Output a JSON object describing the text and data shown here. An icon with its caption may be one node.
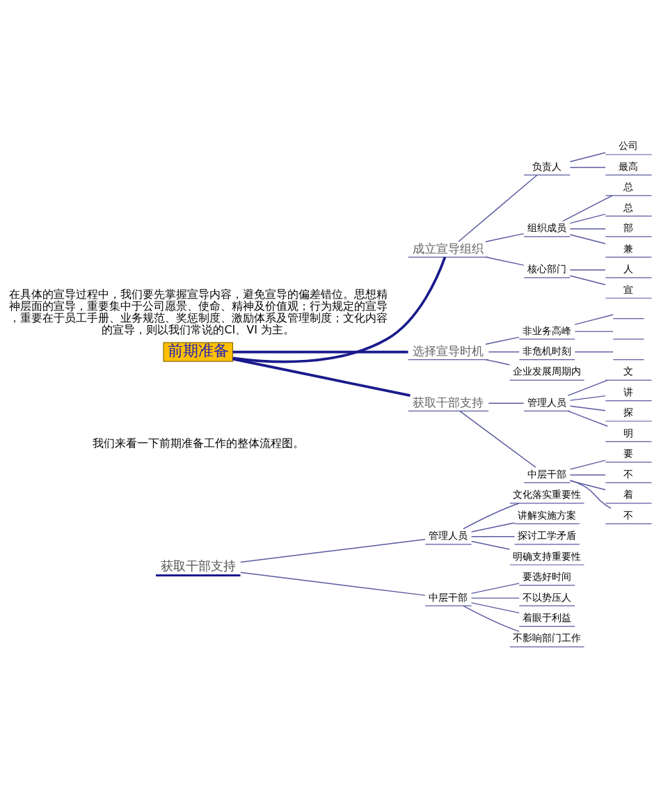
{
  "diagram": {
    "nodes": [
      {
        "text": [
          "获取干部支持"
        ]
      },
      {
        "text": [
          "管理人员"
        ]
      },
      {
        "text": [
          "文化落实重要性"
        ]
      },
      {
        "text": [
          "讲解实施方案"
        ]
      },
      {
        "text": [
          "探讨工学矛盾"
        ]
      },
      {
        "text": [
          "明确支持重要性"
        ]
      },
      {
        "text": [
          "中层干部"
        ]
      },
      {
        "text": [
          "要选好时间"
        ]
      },
      {
        "text": [
          "不以势压人"
        ]
      },
      {
        "text": [
          "着眼于利益"
        ]
      },
      {
        "text": [
          "不影响部门工作"
        ]
      },
      {
        "text": [
          "前期准备"
        ]
      },
      {
        "text": [
          "成立宣导组织"
        ]
      },
      {
        "text": [
          "负责人"
        ]
      },
      {
        "text": [
          "公司"
        ]
      },
      {
        "text": [
          "最高"
        ]
      },
      {
        "text": [
          "组织成员"
        ]
      },
      {
        "text": [
          "总"
        ]
      },
      {
        "text": [
          "总"
        ]
      },
      {
        "text": [
          "部"
        ]
      },
      {
        "text": [
          "兼"
        ]
      },
      {
        "text": [
          "核心部门"
        ]
      },
      {
        "text": [
          "人"
        ]
      },
      {
        "text": [
          "宣"
        ]
      },
      {
        "text": [
          "选择宣导时机"
        ]
      },
      {
        "text": [
          "非业务高峰"
        ]
      },
      {
        "text": [],
        "shape": "bar"
      },
      {
        "text": [],
        "shape": "bar"
      },
      {
        "text": [
          "非危机时刻"
        ]
      },
      {
        "text": [],
        "shape": "bar"
      },
      {
        "text": [
          "企业发展周期内"
        ]
      },
      {
        "text": [
          "获取干部支持"
        ]
      },
      {
        "text": [
          "管理人员"
        ]
      },
      {
        "text": [
          "文"
        ]
      },
      {
        "text": [
          "讲"
        ]
      },
      {
        "text": [
          "探"
        ]
      },
      {
        "text": [
          "明"
        ]
      },
      {
        "text": [
          "中层干部"
        ]
      },
      {
        "text": [
          "要"
        ]
      },
      {
        "text": [
          "不"
        ]
      },
      {
        "text": [
          "着"
        ]
      },
      {
        "text": [
          "不"
        ]
      }
    ],
    "edges": [
      {
        "from": 0,
        "to": 1,
        "arrow": "none"
      },
      {
        "from": 1,
        "to": 2,
        "arrow": "none"
      },
      {
        "from": 1,
        "to": 3,
        "arrow": "none"
      },
      {
        "from": 1,
        "to": 4,
        "arrow": "none"
      },
      {
        "from": 1,
        "to": 5,
        "arrow": "none"
      },
      {
        "from": 0,
        "to": 6,
        "arrow": "none"
      },
      {
        "from": 6,
        "to": 7,
        "arrow": "none"
      },
      {
        "from": 6,
        "to": 8,
        "arrow": "none"
      },
      {
        "from": 6,
        "to": 9,
        "arrow": "none"
      },
      {
        "from": 6,
        "to": 10,
        "arrow": "none"
      },
      {
        "from": 11,
        "to": 12,
        "arrow": "none",
        "style": "thick",
        "color": "#1a1a8c"
      },
      {
        "from": 12,
        "to": 13,
        "arrow": "none"
      },
      {
        "from": 13,
        "to": 14,
        "arrow": "none"
      },
      {
        "from": 13,
        "to": 15,
        "arrow": "none"
      },
      {
        "from": 12,
        "to": 16,
        "arrow": "none"
      },
      {
        "from": 16,
        "to": 17,
        "arrow": "none"
      },
      {
        "from": 16,
        "to": 18,
        "arrow": "none"
      },
      {
        "from": 16,
        "to": 19,
        "arrow": "none"
      },
      {
        "from": 16,
        "to": 20,
        "arrow": "none"
      },
      {
        "from": 12,
        "to": 21,
        "arrow": "none"
      },
      {
        "from": 21,
        "to": 22,
        "arrow": "none"
      },
      {
        "from": 21,
        "to": 23,
        "arrow": "none"
      },
      {
        "from": 11,
        "to": 24,
        "arrow": "none",
        "style": "thick",
        "color": "#1a1a8c"
      },
      {
        "from": 24,
        "to": 25,
        "arrow": "none"
      },
      {
        "from": 25,
        "to": 26,
        "arrow": "none"
      },
      {
        "from": 25,
        "to": 27,
        "arrow": "none"
      },
      {
        "from": 24,
        "to": 28,
        "arrow": "none"
      },
      {
        "from": 28,
        "to": 29,
        "arrow": "none"
      },
      {
        "from": 24,
        "to": 30,
        "arrow": "none"
      },
      {
        "from": 11,
        "to": 31,
        "arrow": "none",
        "style": "thick",
        "color": "#1a1a8c"
      },
      {
        "from": 31,
        "to": 32,
        "arrow": "none"
      },
      {
        "from": 32,
        "to": 33,
        "arrow": "none"
      },
      {
        "from": 32,
        "to": 34,
        "arrow": "none"
      },
      {
        "from": 32,
        "to": 35,
        "arrow": "none"
      },
      {
        "from": 32,
        "to": 36,
        "arrow": "none"
      },
      {
        "from": 31,
        "to": 37,
        "arrow": "none"
      },
      {
        "from": 37,
        "to": 38,
        "arrow": "none"
      },
      {
        "from": 37,
        "to": 39,
        "arrow": "none"
      },
      {
        "from": 37,
        "to": 40,
        "arrow": "none"
      },
      {
        "from": 37,
        "to": 41,
        "arrow": "none"
      }
    ],
    "labels": [
      "我们来看一下前期准备工作的整体流程图。",
      "在具体的宣导过程中，我们要先掌握宣导内容，避免宣导的偏差错位。思想精神层面的宣导，重要集中于公司愿景、使命、精神及价值观；行为规定的宣导，重要在于员工手册、业务规范、奖惩制度、激励体系及管理制度；文化内容的宣导，则以我们常说的CI、VI 为主。"
    ]
  }
}
